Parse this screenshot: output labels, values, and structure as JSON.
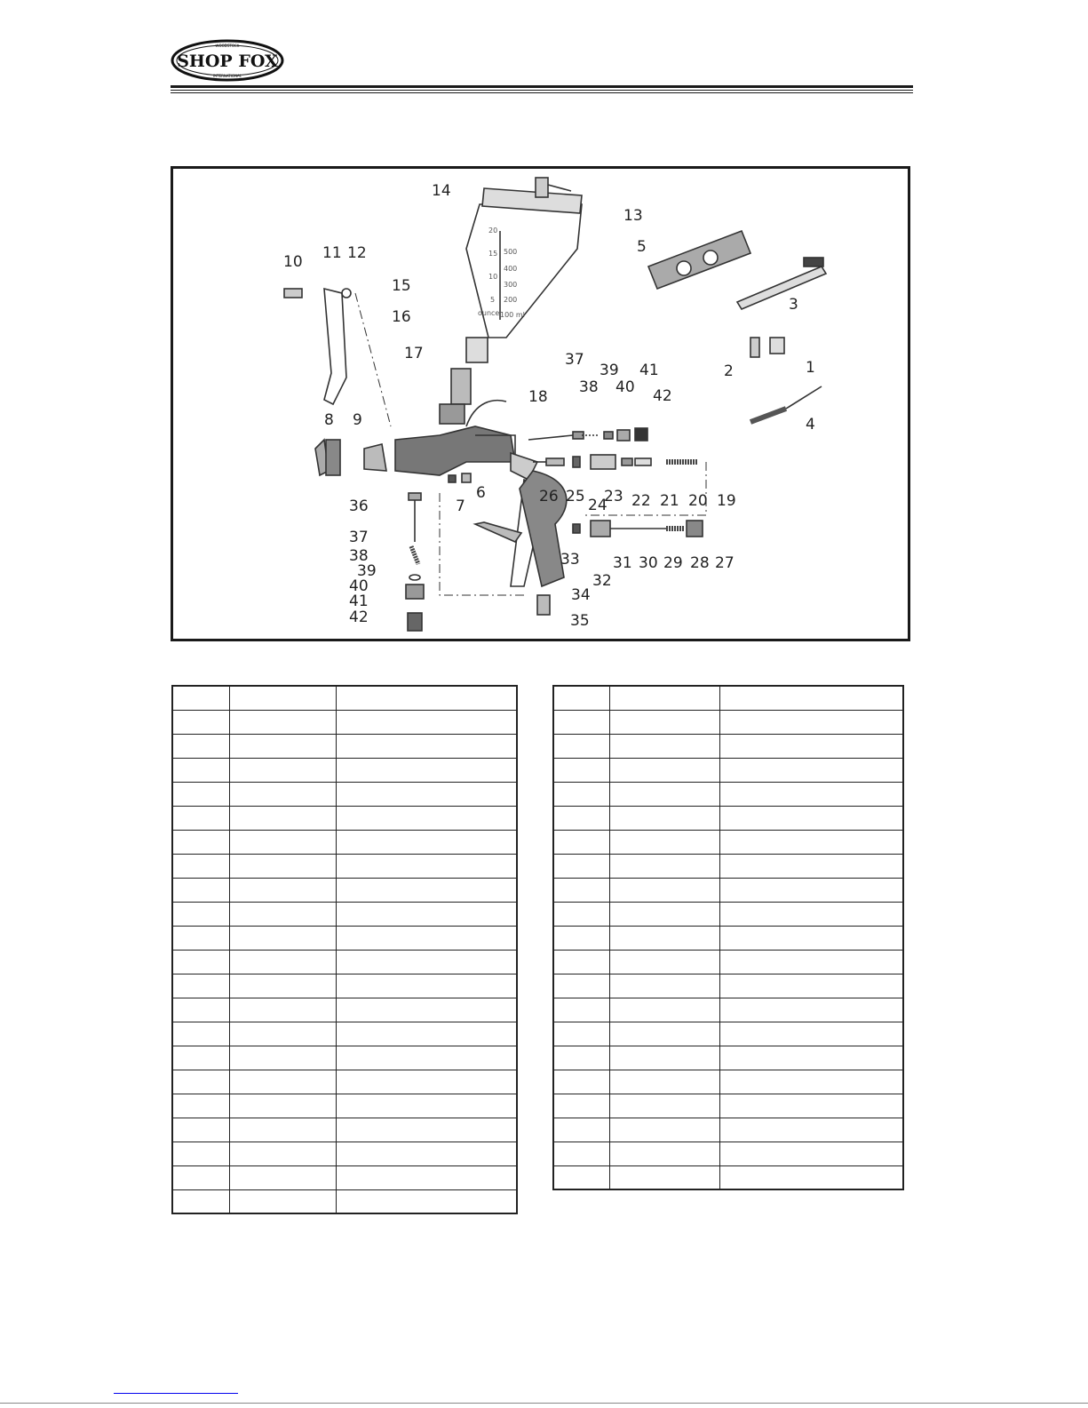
{
  "brand": {
    "logo_text": "SHOP FOX",
    "logo_arc_top": "WOODSTOCK",
    "logo_arc_bottom": "INTERNATIONAL"
  },
  "diagram": {
    "callouts": [
      "1",
      "2",
      "3",
      "4",
      "5",
      "6",
      "7",
      "8",
      "9",
      "10",
      "11",
      "12",
      "13",
      "14",
      "15",
      "16",
      "17",
      "18",
      "19",
      "20",
      "21",
      "22",
      "23",
      "24",
      "25",
      "26",
      "27",
      "28",
      "29",
      "30",
      "31",
      "32",
      "33",
      "34",
      "35",
      "36",
      "37",
      "38",
      "39",
      "40",
      "41",
      "42",
      "37",
      "38",
      "39",
      "40",
      "41",
      "42"
    ],
    "cup_scale_ml": [
      "500",
      "400",
      "300",
      "200",
      "100 ml"
    ],
    "cup_scale_oz": [
      "20",
      "15",
      "10",
      "5",
      "ounce"
    ]
  },
  "tables": {
    "left": {
      "rows": 22,
      "columns": 3
    },
    "right": {
      "rows": 21,
      "columns": 3
    }
  }
}
